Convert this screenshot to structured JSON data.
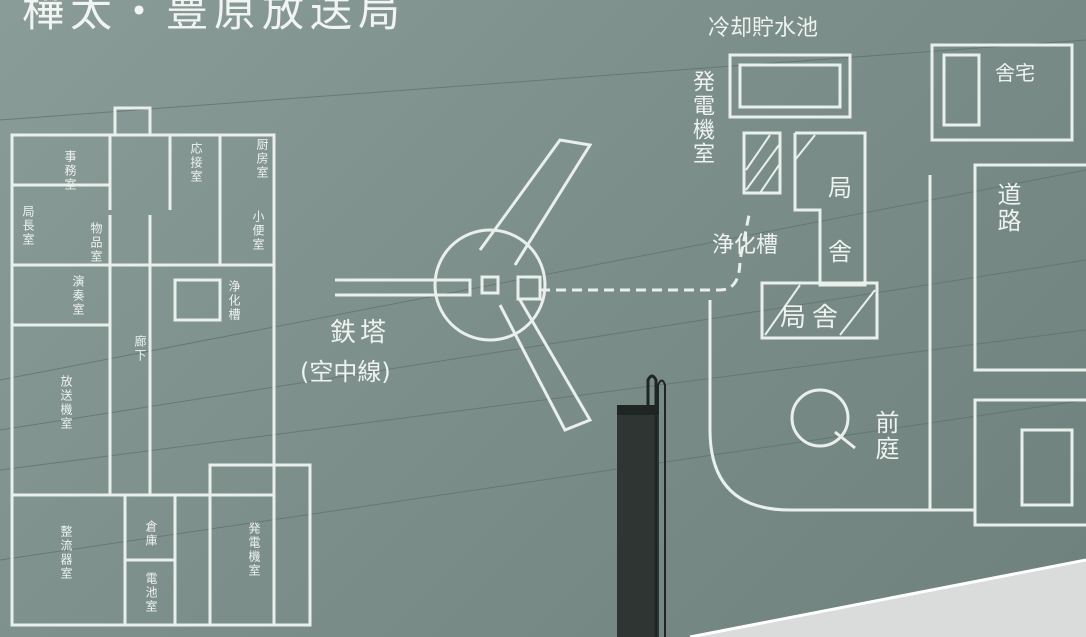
{
  "title": "樺太・豊原放送局",
  "site_plan": {
    "cooling_pond": "冷却貯水池",
    "generator_room": "発電機室",
    "housing": "舎宅",
    "road": "道路",
    "station_house_upper": "局",
    "station_house_upper2": "舎",
    "purifier": "浄化槽",
    "station_house_lower": "局舎",
    "tower": "鉄塔",
    "tower_note": "(空中線)",
    "front_garden": "前庭"
  },
  "floor_plan": {
    "office": "事務室",
    "reception": "応接室",
    "kitchen": "厨房室",
    "director": "局長室",
    "storage": "物品室",
    "cubicle": "小便室",
    "purifier": "浄化槽",
    "performance": "演奏室",
    "corridor": "廊下",
    "transmitter": "放送機室",
    "amplifier": "整流器室",
    "warehouse": "倉庫",
    "battery": "電池室",
    "generator": "発電機室"
  }
}
